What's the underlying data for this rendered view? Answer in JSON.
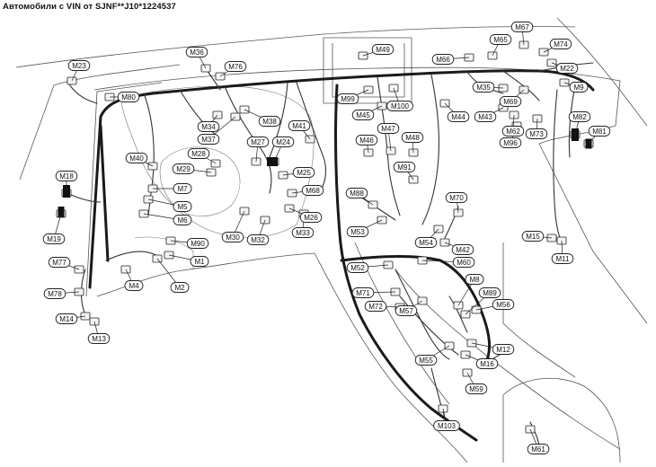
{
  "title": "Автомобили с VIN от SJNF**J10*1224537",
  "connectors": [
    {
      "id": "M1",
      "label": "M1"
    },
    {
      "id": "M2",
      "label": "M2"
    },
    {
      "id": "M4",
      "label": "M4"
    },
    {
      "id": "M5",
      "label": "M5"
    },
    {
      "id": "M6",
      "label": "M6"
    },
    {
      "id": "M7",
      "label": "M7"
    },
    {
      "id": "M8",
      "label": "M8"
    },
    {
      "id": "M9",
      "label": "M9"
    },
    {
      "id": "M11",
      "label": "M11"
    },
    {
      "id": "M12",
      "label": "M12"
    },
    {
      "id": "M13",
      "label": "M13"
    },
    {
      "id": "M14",
      "label": "M14"
    },
    {
      "id": "M15",
      "label": "M15"
    },
    {
      "id": "M16",
      "label": "M16"
    },
    {
      "id": "M18",
      "label": "M18"
    },
    {
      "id": "M19",
      "label": "M19"
    },
    {
      "id": "M22",
      "label": "M22"
    },
    {
      "id": "M23",
      "label": "M23"
    },
    {
      "id": "M24",
      "label": "M24"
    },
    {
      "id": "M25",
      "label": "M25"
    },
    {
      "id": "M26",
      "label": "M26"
    },
    {
      "id": "M27",
      "label": "M27"
    },
    {
      "id": "M28",
      "label": "M28"
    },
    {
      "id": "M29",
      "label": "M29"
    },
    {
      "id": "M30",
      "label": "M30"
    },
    {
      "id": "M32",
      "label": "M32"
    },
    {
      "id": "M33",
      "label": "M33"
    },
    {
      "id": "M34",
      "label": "M34"
    },
    {
      "id": "M35",
      "label": "M35"
    },
    {
      "id": "M36",
      "label": "M36"
    },
    {
      "id": "M37",
      "label": "M37"
    },
    {
      "id": "M38",
      "label": "M38"
    },
    {
      "id": "M40",
      "label": "M40"
    },
    {
      "id": "M41",
      "label": "M41"
    },
    {
      "id": "M42",
      "label": "M42"
    },
    {
      "id": "M43",
      "label": "M43"
    },
    {
      "id": "M44",
      "label": "M44"
    },
    {
      "id": "M45",
      "label": "M45"
    },
    {
      "id": "M46",
      "label": "M46"
    },
    {
      "id": "M47",
      "label": "M47"
    },
    {
      "id": "M48",
      "label": "M48"
    },
    {
      "id": "M49",
      "label": "M49"
    },
    {
      "id": "M52",
      "label": "M52"
    },
    {
      "id": "M53",
      "label": "M53"
    },
    {
      "id": "M54",
      "label": "M54"
    },
    {
      "id": "M55",
      "label": "M55"
    },
    {
      "id": "M56",
      "label": "M56"
    },
    {
      "id": "M57",
      "label": "M57"
    },
    {
      "id": "M59",
      "label": "M59"
    },
    {
      "id": "M60",
      "label": "M60"
    },
    {
      "id": "M61",
      "label": "M61"
    },
    {
      "id": "M62",
      "label": "M62"
    },
    {
      "id": "M65",
      "label": "M65"
    },
    {
      "id": "M66",
      "label": "M66"
    },
    {
      "id": "M67",
      "label": "M67"
    },
    {
      "id": "M68",
      "label": "M68"
    },
    {
      "id": "M69",
      "label": "M69"
    },
    {
      "id": "M70",
      "label": "M70"
    },
    {
      "id": "M71",
      "label": "M71"
    },
    {
      "id": "M72",
      "label": "M72"
    },
    {
      "id": "M73",
      "label": "M73"
    },
    {
      "id": "M74",
      "label": "M74"
    },
    {
      "id": "M76",
      "label": "M76"
    },
    {
      "id": "M77",
      "label": "M77"
    },
    {
      "id": "M78",
      "label": "M78"
    },
    {
      "id": "M80",
      "label": "M80"
    },
    {
      "id": "M81",
      "label": "M81"
    },
    {
      "id": "M82",
      "label": "M82"
    },
    {
      "id": "M88",
      "label": "M88"
    },
    {
      "id": "M89",
      "label": "M89"
    },
    {
      "id": "M90",
      "label": "M90"
    },
    {
      "id": "M91",
      "label": "M91"
    },
    {
      "id": "M96",
      "label": "M96"
    },
    {
      "id": "M99",
      "label": "M99"
    },
    {
      "id": "M100",
      "label": "M100"
    },
    {
      "id": "M103",
      "label": "M103"
    }
  ]
}
